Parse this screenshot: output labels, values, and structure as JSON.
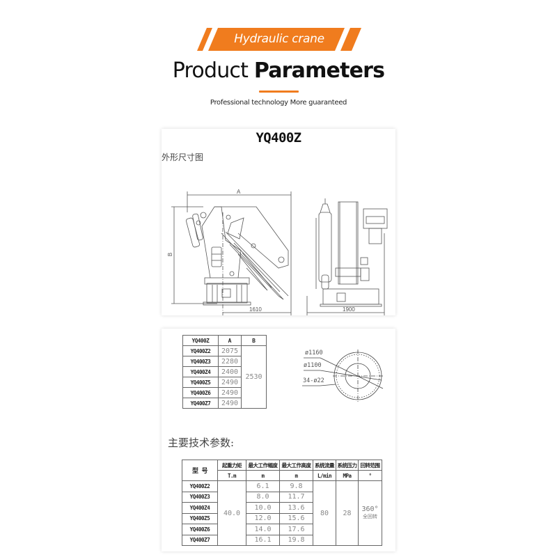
{
  "header": {
    "banner_label": "Hydraulic crane",
    "title_light": "Product ",
    "title_bold": "Parameters",
    "subtitle": "Professional technology More guaranteed",
    "accent_color": "#f07c1e"
  },
  "drawing_panel": {
    "model": "YQ400Z",
    "section_label": "外形尺寸图",
    "side_view": {
      "dimension_A_label": "A",
      "dimension_B_label": "B",
      "dimension_bottom": "1610"
    },
    "front_view": {
      "dimension_bottom": "1900"
    }
  },
  "dimension_table": {
    "headers": [
      "YQ400Z",
      "A",
      "B"
    ],
    "rows": [
      {
        "model": "YQ400Z2",
        "A": "2075"
      },
      {
        "model": "YQ400Z3",
        "A": "2280"
      },
      {
        "model": "YQ400Z4",
        "A": "2400"
      },
      {
        "model": "YQ400Z5",
        "A": "2490"
      },
      {
        "model": "YQ400Z6",
        "A": "2490"
      },
      {
        "model": "YQ400Z7",
        "A": "2490"
      }
    ],
    "B_merged": "2530"
  },
  "base_flange": {
    "outer_diameter": "ø1160",
    "bolt_circle": "ø1100",
    "holes": "34-ø22"
  },
  "tech_section": {
    "label": "主要技术参数:",
    "headers": {
      "model": "型 号",
      "moment": "起重力矩",
      "max_radius": "最大工作幅度",
      "max_height": "最大工作高度",
      "flow": "系统流量",
      "pressure": "系统压力",
      "rotation": "回转范围"
    },
    "units": {
      "moment": "T.m",
      "max_radius": "m",
      "max_height": "m",
      "flow": "L/min",
      "pressure": "MPa",
      "rotation": "°"
    },
    "rows": [
      {
        "model": "YQ400Z2",
        "radius": "6.1",
        "height": "9.8"
      },
      {
        "model": "YQ400Z3",
        "radius": "8.0",
        "height": "11.7"
      },
      {
        "model": "YQ400Z4",
        "radius": "10.0",
        "height": "13.6"
      },
      {
        "model": "YQ400Z5",
        "radius": "12.0",
        "height": "15.6"
      },
      {
        "model": "YQ400Z6",
        "radius": "14.0",
        "height": "17.6"
      },
      {
        "model": "YQ400Z7",
        "radius": "16.1",
        "height": "19.8"
      }
    ],
    "moment_merged": "40.0",
    "flow_merged": "80",
    "pressure_merged": "28",
    "rotation_merged": "360°",
    "rotation_note": "全回转"
  }
}
